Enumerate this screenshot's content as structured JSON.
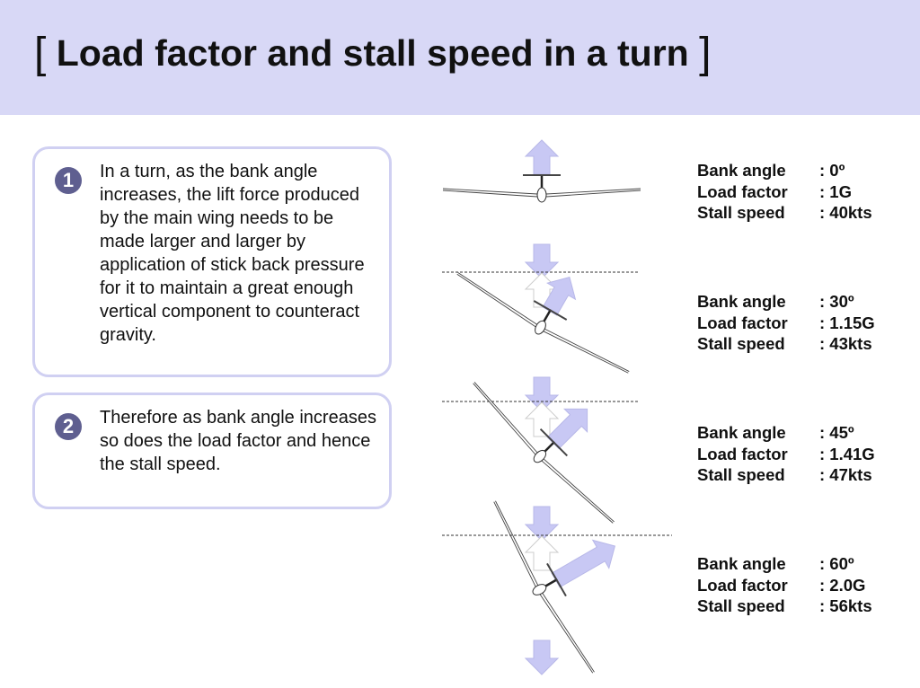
{
  "title": "Load factor and stall speed in a turn",
  "title_brackets": [
    "[",
    "]"
  ],
  "points": [
    {
      "number": "1",
      "text": "In a turn, as the bank angle increases, the lift force produced by the main wing needs to be made larger and larger by application of stick back pressure for it to maintain a great enough vertical component to counteract gravity."
    },
    {
      "number": "2",
      "text": "Therefore as bank angle increases so does the load factor and hence the stall speed."
    }
  ],
  "labels": {
    "bank": "Bank angle",
    "load": "Load factor",
    "stall": "Stall speed"
  },
  "scenarios": [
    {
      "bank_angle": 0,
      "bank": ": 0º",
      "load_value": 1.0,
      "load": ": 1G",
      "stall": ": 40kts"
    },
    {
      "bank_angle": 30,
      "bank": ": 30º",
      "load_value": 1.15,
      "load": ": 1.15G",
      "stall": ": 43kts"
    },
    {
      "bank_angle": 45,
      "bank": ": 45º",
      "load_value": 1.41,
      "load": ": 1.41G",
      "stall": ": 47kts"
    },
    {
      "bank_angle": 60,
      "bank": ": 60º",
      "load_value": 2.0,
      "load": ": 2.0G",
      "stall": ": 56kts"
    }
  ],
  "colors": {
    "header": "#d8d8f6",
    "arrow": "#c8c8f4",
    "badge": "#5f5f90",
    "box_border": "#d0d0f2"
  }
}
